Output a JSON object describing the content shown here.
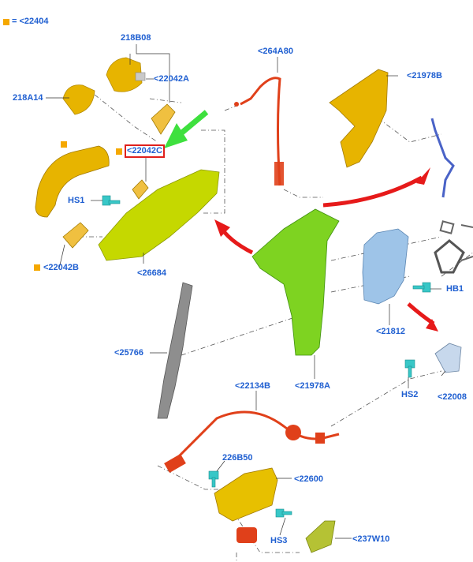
{
  "legend": {
    "text": "= <22404",
    "color": "#f5a800"
  },
  "callouts": {
    "c218b08": "218B08",
    "c22042a": "<22042A",
    "c218a14": "218A14",
    "c22042c": "<22042C",
    "chs1": "HS1",
    "c22042b": "<22042B",
    "c26684": "<26684",
    "c264a80": "<264A80",
    "c21978b": "<21978B",
    "c25766": "<25766",
    "c21978a": "<21978A",
    "c21812": "<21812",
    "chb1": "HB1",
    "chs2": "HS2",
    "c22008": "<22008",
    "c22134b": "<22134B",
    "c226b50": "226B50",
    "c22600": "<22600",
    "chs3": "HS3",
    "c237w10": "<237W10"
  },
  "colors": {
    "label": "#1f5fd1",
    "yellow_part": "#e7b400",
    "green_part": "#7ed321",
    "orange_cable": "#e0401a",
    "blue_part": "#9ec4e8",
    "cyan_fastener": "#38c7c7",
    "highlight_box": "#e0201c",
    "arrow_green": "#3ee03e",
    "arrow_red": "#e61a1a"
  }
}
